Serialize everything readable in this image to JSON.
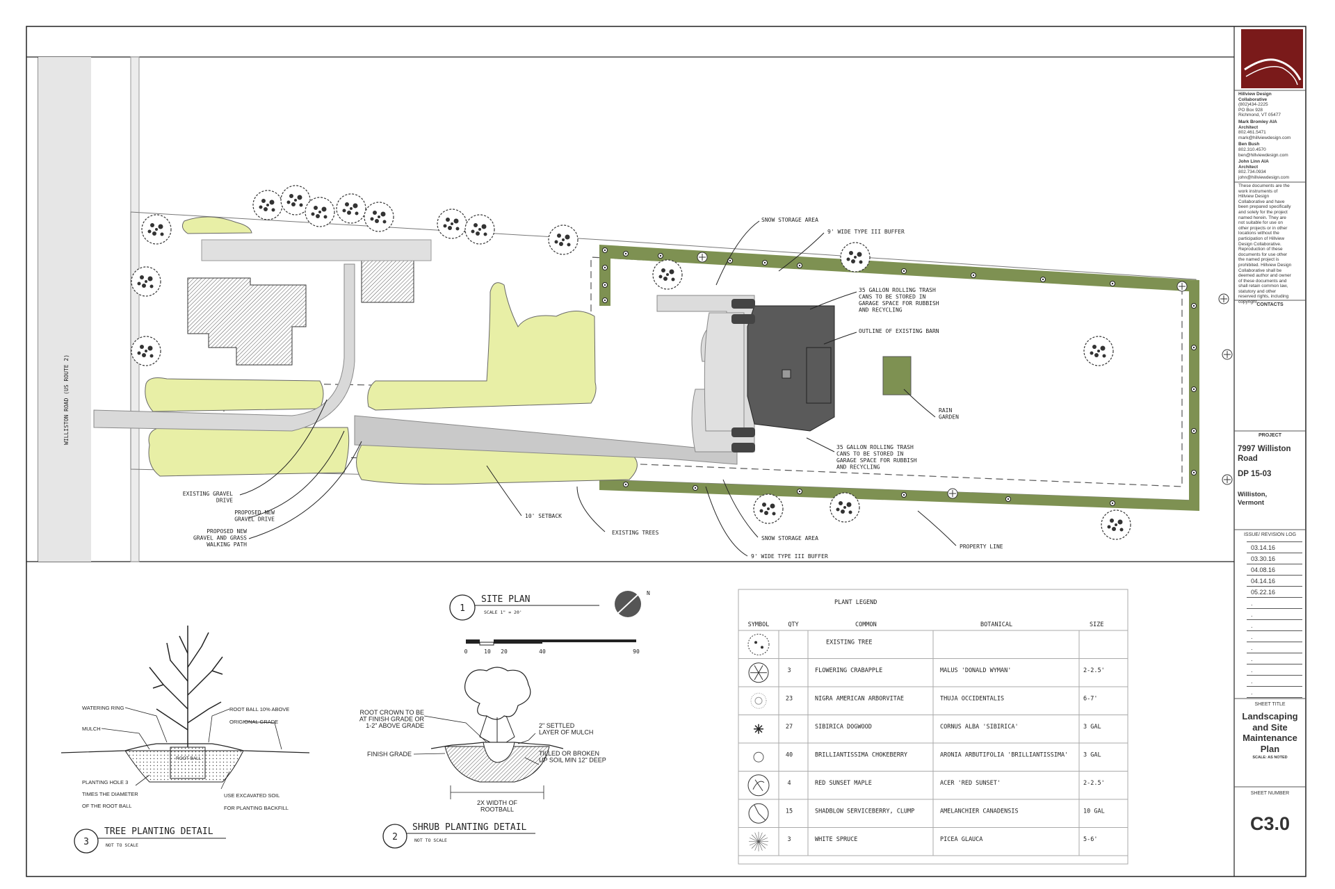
{
  "site_plan": {
    "road_label": "WILLISTON ROAD (US ROUTE 2)",
    "labels": {
      "snow_storage_top": "SNOW STORAGE AREA",
      "buffer_top": "9' WIDE TYPE III BUFFER",
      "trash_top": "35 GALLON ROLLING TRASH\nCANS TO BE STORED IN\nGARAGE SPACE FOR RUBBISH\nAND RECYCLING",
      "outline_barn": "OUTLINE OF EXISTING BARN",
      "rain_garden": "RAIN\nGARDEN",
      "trash_bottom": "35 GALLON ROLLING TRASH\nCANS TO BE STORED IN\nGARAGE SPACE FOR RUBBISH\nAND RECYCLING",
      "existing_gravel": "EXISTING GRAVEL\nDRIVE",
      "proposed_gravel": "PROPOSED NEW\nGRAVEL DRIVE",
      "proposed_path": "PROPOSED NEW\nGRAVEL AND GRASS\nWALKING PATH",
      "setback": "10' SETBACK",
      "existing_trees": "EXISTING TREES",
      "snow_storage_bottom": "SNOW STORAGE AREA",
      "buffer_bottom": "9' WIDE TYPE III BUFFER",
      "property_line": "PROPERTY LINE"
    },
    "title_number": "1",
    "title": "SITE PLAN",
    "scale": "SCALE 1\" = 20'",
    "north": "N",
    "scale_bar_ticks": [
      "0",
      "10",
      "20",
      "40",
      "90"
    ]
  },
  "legend": {
    "title": "PLANT LEGEND",
    "headers": [
      "SYMBOL",
      "QTY",
      "COMMON",
      "BOTANICAL",
      "SIZE"
    ],
    "rows": [
      {
        "qty": "",
        "common": "EXISTING TREE",
        "botanical": "",
        "size": "",
        "symbol": "existing-tree-icon"
      },
      {
        "qty": "3",
        "common": "FLOWERING CRABAPPLE",
        "botanical": "MALUS 'DONALD WYMAN'",
        "size": "2-2.5'",
        "symbol": "crabapple-icon"
      },
      {
        "qty": "23",
        "common": "NIGRA AMERICAN ARBORVITAE",
        "botanical": "THUJA OCCIDENTALIS",
        "size": "6-7'",
        "symbol": "arborvitae-icon"
      },
      {
        "qty": "27",
        "common": "SIBIRICA DOGWOOD",
        "botanical": "CORNUS ALBA 'SIBIRICA'",
        "size": "3 GAL",
        "symbol": "dogwood-icon"
      },
      {
        "qty": "40",
        "common": "BRILLIANTISSIMA CHOKEBERRY",
        "botanical": "ARONIA ARBUTIFOLIA 'BRILLIANTISSIMA'",
        "size": "3 GAL",
        "symbol": "chokeberry-icon"
      },
      {
        "qty": "4",
        "common": "RED SUNSET MAPLE",
        "botanical": "ACER 'RED SUNSET'",
        "size": "2-2.5'",
        "symbol": "maple-icon"
      },
      {
        "qty": "15",
        "common": "SHADBLOW SERVICEBERRY, CLUMP",
        "botanical": "AMELANCHIER CANADENSIS",
        "size": "10 GAL",
        "symbol": "serviceberry-icon"
      },
      {
        "qty": "3",
        "common": "WHITE SPRUCE",
        "botanical": "PICEA GLAUCA",
        "size": "5-6'",
        "symbol": "spruce-icon"
      }
    ]
  },
  "tree_detail": {
    "labels": {
      "watering_ring": "WATERING RING",
      "mulch": "MULCH",
      "root_ball_above": "ROOT BALL 10% ABOVE",
      "original_grade": "ORIGIONAL GRADE",
      "root_ball": "ROOT BALL",
      "planting_hole": "PLANTING HOLE 3\nTIMES THE DIAMETER\nOF THE ROOT BALL",
      "excavated_soil": "USE EXCAVATED SOIL\nFOR PLANTING BACKFILL"
    },
    "number": "3",
    "title": "TREE PLANTING DETAIL",
    "scale": "NOT TO SCALE"
  },
  "shrub_detail": {
    "labels": {
      "root_crown": "ROOT CROWN TO BE\nAT FINISH GRADE OR\n1-2\" ABOVE GRADE",
      "finish_grade": "FINISH GRADE",
      "settled_mulch": "2\" SETTLED\nLAYER OF MULCH",
      "tilled_soil": "TILLED OR BROKEN\nUP SOIL MIN 12\" DEEP",
      "width": "2X WIDTH OF\nROOTBALL"
    },
    "number": "2",
    "title": "SHRUB PLANTING DETAIL",
    "scale": "NOT TO SCALE"
  },
  "title_block": {
    "firm": "Hillview Design\nCollaborative",
    "firm_contact": "(802)434-2225\nPO Box 928\nRichmond, VT 05477",
    "person1_name": "Mark Bromley AIA\nArchitect",
    "person1_contact": "802.461.5471\nmark@hillviewdesign.com",
    "person2_name": "Ben Bush",
    "person2_contact": "802.310.4570\nben@hillviewdesign.com",
    "person3_name": "John Linn AIA\nArchitect",
    "person3_contact": "802.734.0934\njohn@hillviewdesign.com",
    "disclaimer": "These documents are the\nwork instruments of\nHillview Design\nCollaborative and have\nbeen prepared specifically\nand solely for the project\nnamed herein.  They are\nnot suitable for use on\nother projects or in other\nlocations without the\nparticipation of Hillview\nDesign Collaborative.\nReproduction of these\ndocuments for use other\nthe named project is\nprohibited.  Hillview Design\nCollaborative shall be\ndeemed author and owner\nof these documents and\nshall retain common law,\nstatutory and other\nreserved rights, including\ncopyright.",
    "contacts_label": "CONTACTS",
    "project_label": "PROJECT",
    "project_address": "7997 Williston\nRoad",
    "project_number": "DP 15-03",
    "project_location": "Williston,\nVermont",
    "revision_label": "ISSUE/ REVISION LOG",
    "revisions": [
      "03.14.16",
      "03.30.16",
      "04.08.16",
      "04.14.16",
      "05.22.16",
      ".",
      ".",
      ".",
      ".",
      ".",
      ".",
      ".",
      ".",
      "."
    ],
    "sheet_title_label": "SHEET TITLE",
    "sheet_title": "Landscaping\nand Site\nMaintenance\nPlan",
    "scale_note": "SCALE:  AS NOTED",
    "sheet_number_label": "SHEET NUMBER",
    "sheet_number": "C3.0"
  },
  "colors": {
    "lawn_yellow": "#e8efa6",
    "buffer_green": "#7e9152",
    "barn_dark": "#5a5a5a",
    "pavement": "#dcdcdc",
    "logo": "#7a1a1a"
  }
}
